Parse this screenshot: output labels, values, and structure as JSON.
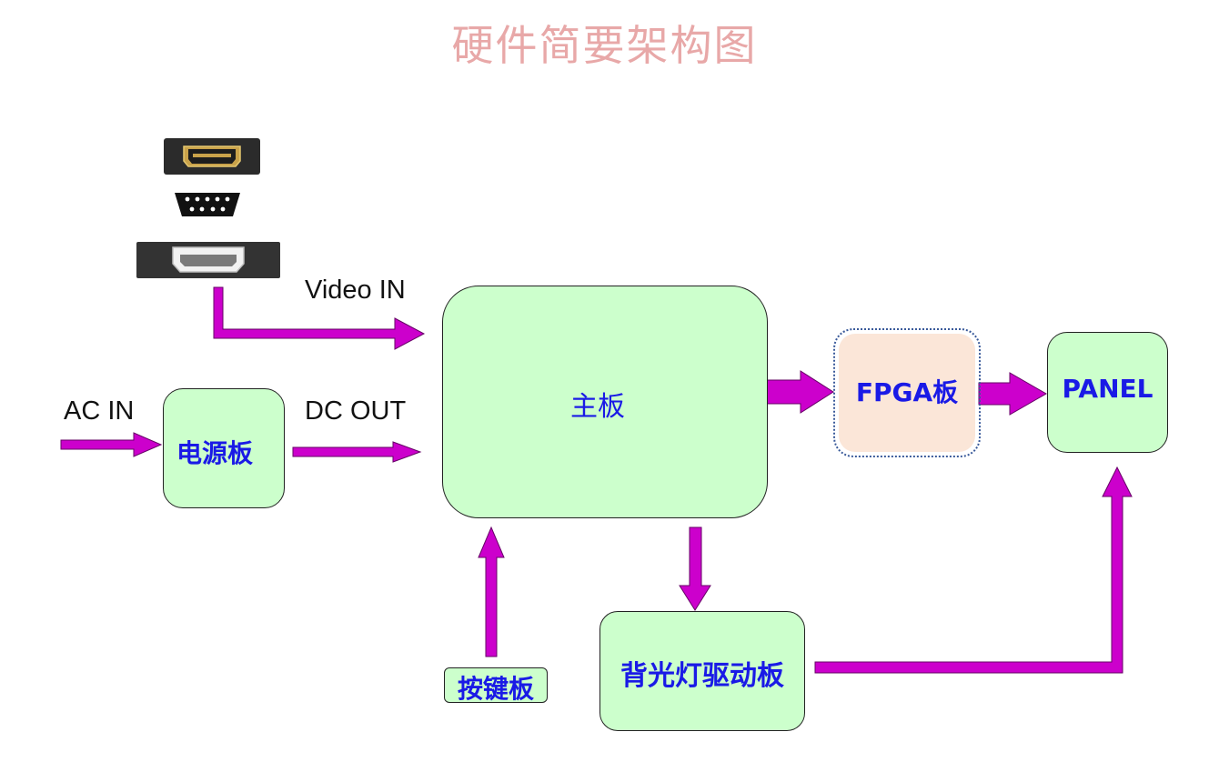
{
  "title": "硬件简要架构图",
  "labels": {
    "video_in": "Video IN",
    "ac_in": "AC IN",
    "dc_out": "DC OUT"
  },
  "boxes": {
    "main_board": "主板",
    "power_board": "电源板",
    "fpga_board": "FPGA板",
    "panel": "PANEL",
    "backlight_driver": "背光灯驱动板",
    "key_board": "按键板"
  },
  "icons": [
    "hdmi-port-icon",
    "vga-port-icon",
    "hdmi-connector-icon"
  ],
  "colors": {
    "arrow": "#cc00cc",
    "box_fill": "#ccffcc",
    "fpga_fill": "#fbe6d8",
    "box_text": "#1a1ae6",
    "title": "#e8a8a8"
  }
}
